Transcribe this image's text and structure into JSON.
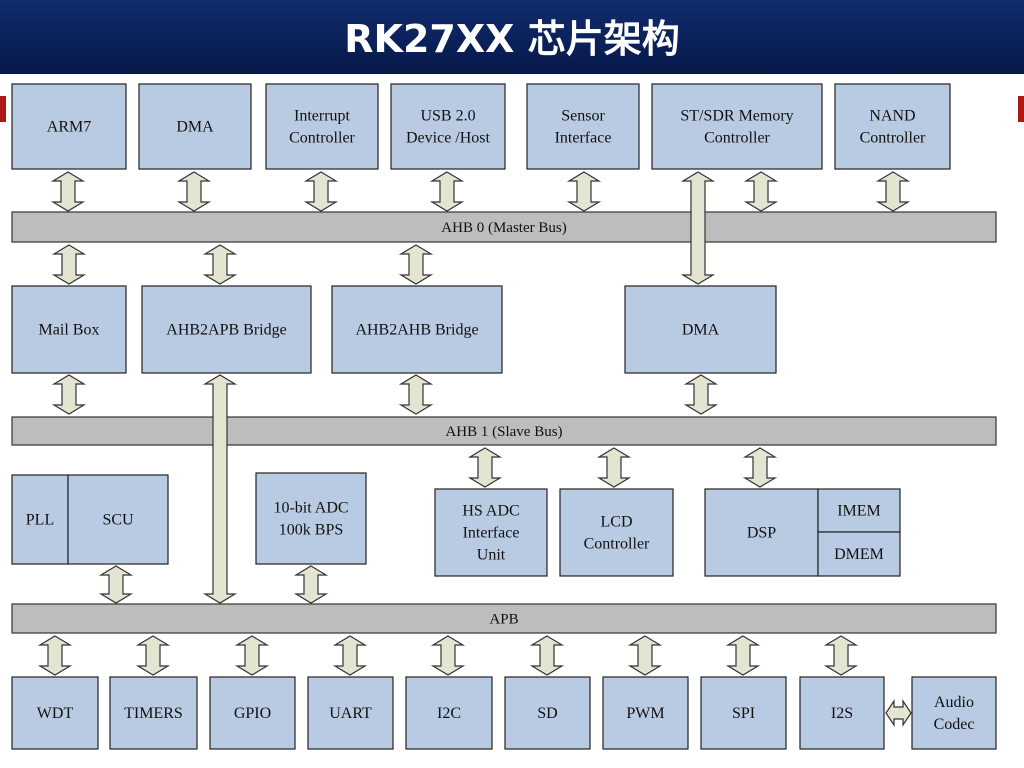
{
  "header": {
    "title": "RK27XX 芯片架构"
  },
  "buses": {
    "ahb0": "AHB 0 (Master Bus)",
    "ahb1": "AHB 1 (Slave Bus)",
    "apb": "APB"
  },
  "blocks": {
    "arm7": [
      "ARM7"
    ],
    "dma_top": [
      "DMA"
    ],
    "interrupt": [
      "Interrupt",
      "Controller"
    ],
    "usb": [
      "USB 2.0",
      "Device /Host"
    ],
    "sensor": [
      "Sensor",
      "Interface"
    ],
    "sdram": [
      "ST/SDR Memory",
      "Controller"
    ],
    "nand": [
      "NAND",
      "Controller"
    ],
    "mailbox": [
      "Mail Box"
    ],
    "ahb2apb": [
      "AHB2APB Bridge"
    ],
    "ahb2ahb": [
      "AHB2AHB Bridge"
    ],
    "dma_mid": [
      "DMA"
    ],
    "pll": [
      "PLL"
    ],
    "scu": [
      "SCU"
    ],
    "adc": [
      "10-bit ADC",
      "100k BPS"
    ],
    "hsadc": [
      "HS ADC",
      "Interface",
      "Unit"
    ],
    "lcd": [
      "LCD",
      "Controller"
    ],
    "dsp": [
      "DSP"
    ],
    "imem": [
      "IMEM"
    ],
    "dmem": [
      "DMEM"
    ],
    "wdt": [
      "WDT"
    ],
    "timers": [
      "TIMERS"
    ],
    "gpio": [
      "GPIO"
    ],
    "uart": [
      "UART"
    ],
    "i2c": [
      "I2C"
    ],
    "sd": [
      "SD"
    ],
    "pwm": [
      "PWM"
    ],
    "spi": [
      "SPI"
    ],
    "i2s": [
      "I2S"
    ],
    "audio": [
      "Audio",
      "Codec"
    ]
  },
  "colors": {
    "header": "#0b2160",
    "block": "#b9cbe3",
    "bus": "#bdbdbd",
    "arrow": "#e3e5d2"
  }
}
